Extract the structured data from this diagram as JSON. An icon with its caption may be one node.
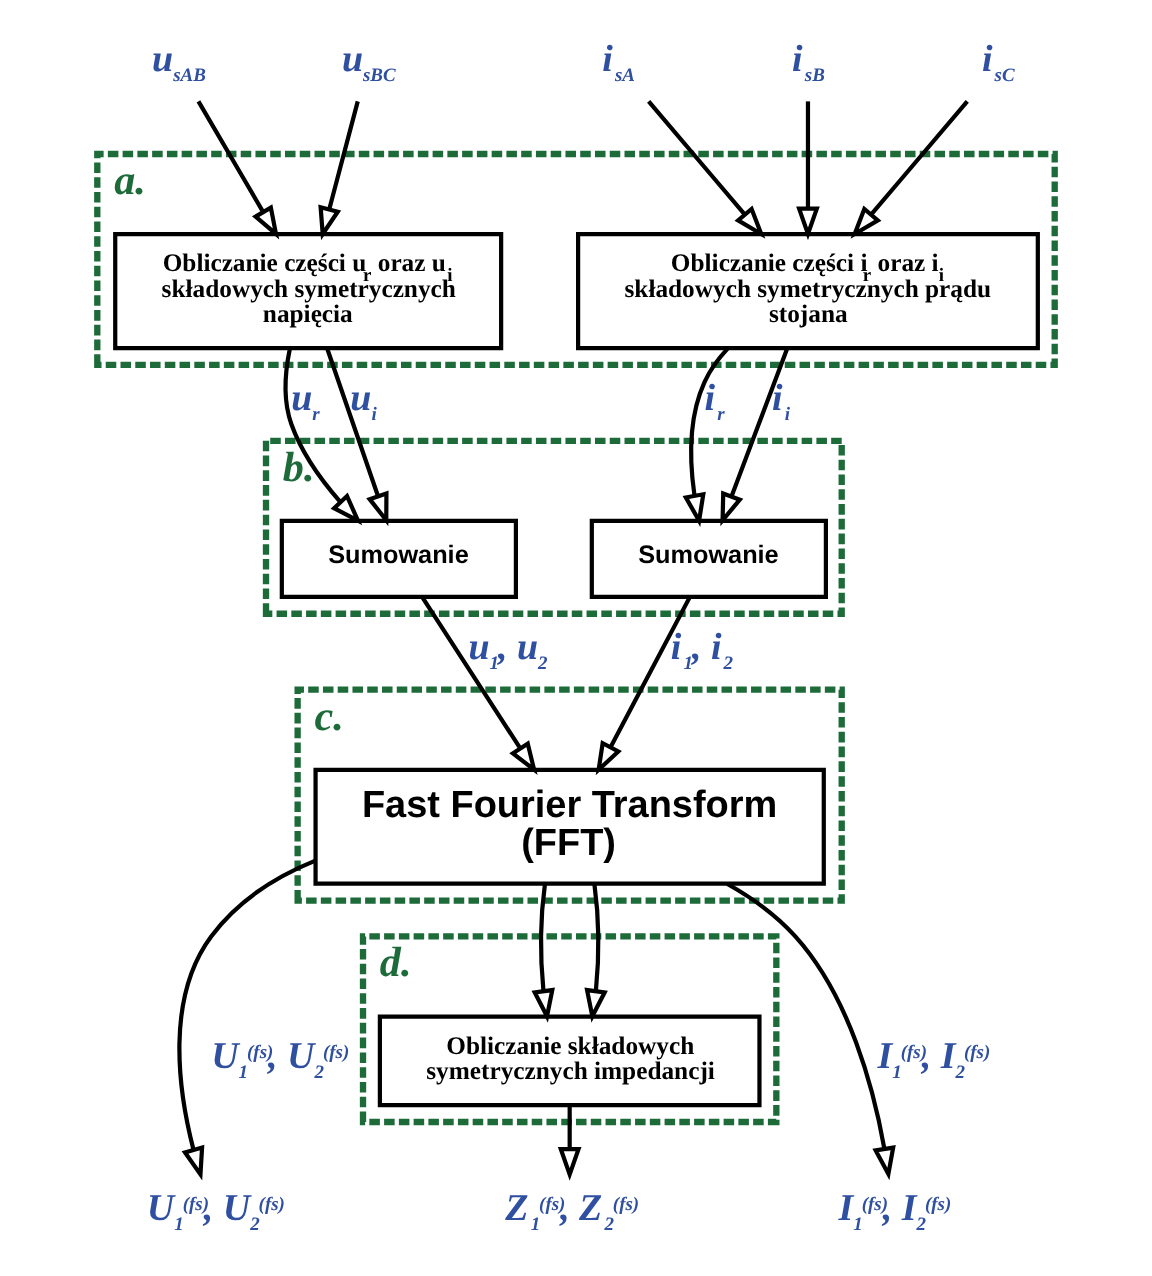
{
  "diagram": {
    "nodes": [
      {
        "text": [
          "a."
        ]
      },
      {
        "text": [
          "Obliczanie części u$_{r}$ oraz u$_{i}$ składowych symetrycznych napięcia"
        ],
        "in": 0
      },
      {
        "text": [
          "Obliczanie części i$_{r}$ oraz i$_{i}$ składowych symetrycznych prądu stojana"
        ],
        "in": 0
      },
      {
        "text": [
          "b."
        ]
      },
      {
        "text": [
          "Sumowanie"
        ],
        "in": 3
      },
      {
        "text": [
          "Sumowanie"
        ],
        "in": 3
      },
      {
        "text": [
          "c."
        ]
      },
      {
        "text": [
          "Fast Fourier Transform (FFT)"
        ],
        "in": 6
      },
      {
        "text": [
          "d."
        ]
      },
      {
        "text": [
          "Obliczanie składowych symetrycznych impedancji"
        ],
        "in": 8
      },
      {
        "text": [
          "u$_{sAB}$"
        ]
      },
      {
        "text": [
          "u$_{sBC}$"
        ]
      },
      {
        "text": [
          "i$_{sA}$"
        ]
      },
      {
        "text": [
          "i$_{sB}$"
        ]
      },
      {
        "text": [
          "i$_{sC}$"
        ]
      },
      {
        "text": [
          "U$_{1}$$^{(fs)}$, U$_{2}$$^{(fs)}$"
        ]
      },
      {
        "text": [
          "Z$_{1}$$^{(fs)}$, Z$_{2}$$^{(fs)}$"
        ]
      },
      {
        "text": [
          "I$_{1}$$^{(fs)}$, I$_{2}$$^{(fs)}$"
        ]
      }
    ],
    "edges": [
      {
        "from": 10,
        "to": 1,
        "arrow": "to"
      },
      {
        "from": 11,
        "to": 1,
        "arrow": "to"
      },
      {
        "from": 12,
        "to": 2,
        "arrow": "to"
      },
      {
        "from": 13,
        "to": 2,
        "arrow": "to"
      },
      {
        "from": 14,
        "to": 2,
        "arrow": "to"
      },
      {
        "from": 1,
        "to": 4,
        "arrow": "to",
        "label": "u$_{r}$"
      },
      {
        "from": 1,
        "to": 4,
        "arrow": "to",
        "label": "u$_{i}$"
      },
      {
        "from": 2,
        "to": 5,
        "arrow": "to",
        "label": "i$_{r}$"
      },
      {
        "from": 2,
        "to": 5,
        "arrow": "to",
        "label": "i$_{i}$"
      },
      {
        "from": 4,
        "to": 7,
        "arrow": "to",
        "label": "u$_{1}$, u$_{2}$"
      },
      {
        "from": 5,
        "to": 7,
        "arrow": "to",
        "label": "i$_{1}$, i$_{2}$"
      },
      {
        "from": 7,
        "to": 9,
        "arrow": "to"
      },
      {
        "from": 7,
        "to": 9,
        "arrow": "to"
      },
      {
        "from": 7,
        "to": 15,
        "arrow": "to",
        "label": "U$_{1}$$^{(fs)}$, U$_{2}$$^{(fs)}$"
      },
      {
        "from": 9,
        "to": 16,
        "arrow": "to"
      },
      {
        "from": 7,
        "to": 17,
        "arrow": "to",
        "label": "I$_{1}$$^{(fs)}$, I$_{2}$$^{(fs)}$"
      }
    ]
  }
}
